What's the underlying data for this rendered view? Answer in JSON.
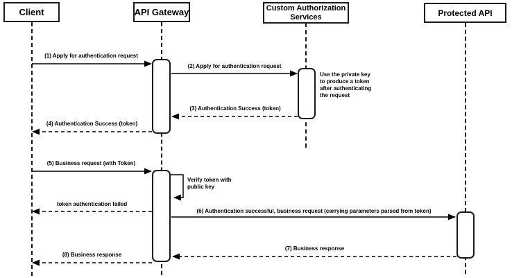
{
  "participants": [
    {
      "name": "Client"
    },
    {
      "name": "API Gateway"
    },
    {
      "name": "Custom Authorization Services",
      "name_lines": [
        "Custom Authorization",
        "Services"
      ]
    },
    {
      "name": "Protected API"
    }
  ],
  "messages": [
    {
      "label": "(1) Apply for authentication request",
      "from": "Client",
      "to": "API Gateway",
      "line": "solid"
    },
    {
      "label": "(2) Apply for authentication request",
      "from": "API Gateway",
      "to": "Custom Authorization Services",
      "line": "solid"
    },
    {
      "label": "(3) Authentication Success (token)",
      "from": "Custom Authorization Services",
      "to": "API Gateway",
      "line": "dashed"
    },
    {
      "label": "(4) Authentication Success (token)",
      "from": "API Gateway",
      "to": "Client",
      "line": "dashed"
    },
    {
      "label": "(5) Business request (with Token)",
      "from": "Client",
      "to": "API Gateway",
      "line": "solid"
    },
    {
      "label": "token authentication failed",
      "from": "API Gateway",
      "to": "Client",
      "line": "dashed"
    },
    {
      "label": "(6) Authentication successful, business request (carrying parameters parsed from token)",
      "from": "API Gateway",
      "to": "Protected API",
      "line": "solid"
    },
    {
      "label": "(7) Business response",
      "from": "Protected API",
      "to": "API Gateway",
      "line": "dashed"
    },
    {
      "label": "(8) Business response",
      "from": "API Gateway",
      "to": "Client",
      "line": "dashed"
    }
  ],
  "self_message": {
    "label": "Verify token with public key",
    "on": "API Gateway"
  },
  "note": {
    "text": "Use the private key to produce a token after authenticating the request",
    "near": "Custom Authorization Services"
  },
  "colors": {
    "line": "#000000",
    "box_border": "#1a1a1a",
    "background": "#ffffff",
    "fill": "#ffffff",
    "text": "#000000"
  }
}
